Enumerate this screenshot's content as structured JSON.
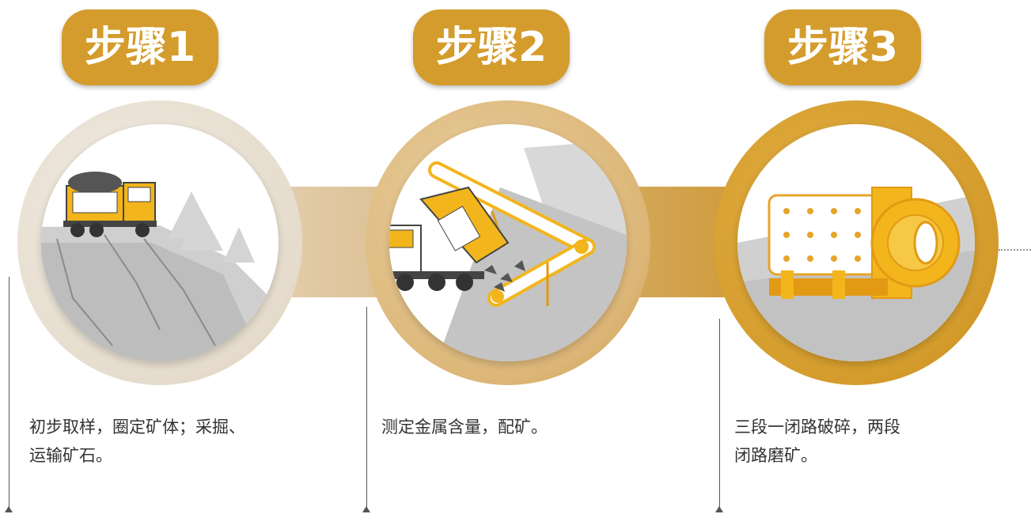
{
  "steps": [
    {
      "badge": "步骤1",
      "description_line1": "初步取样，圈定矿体；采掘、",
      "description_line2": "运输矿石。",
      "illustration": "dump-truck-at-mine"
    },
    {
      "badge": "步骤2",
      "description_line1": "测定金属含量，配矿。",
      "description_line2": "",
      "illustration": "dump-truck-conveyor"
    },
    {
      "badge": "步骤3",
      "description_line1": "三段一闭路破碎，两段",
      "description_line2": "闭路磨矿。",
      "illustration": "ball-mill"
    }
  ],
  "colors": {
    "accent": "#d49c2c",
    "ring_light": "#e6dccd",
    "ring_mid": "#dcb677",
    "ring_dark": "#d49c2c"
  }
}
